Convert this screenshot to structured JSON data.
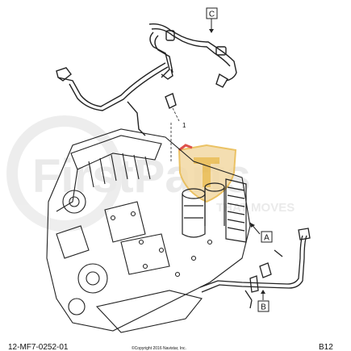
{
  "watermark": {
    "text_main": "FirstParts",
    "text_sub": "THAT MOVES"
  },
  "callouts": {
    "c": "C",
    "a": "A",
    "b": "B",
    "item_number": "1"
  },
  "footer": {
    "drawing_id": "12-MF7-0252-01",
    "copyright": "©Copyright 2016 Navistar, Inc.",
    "page_ref": "B12"
  },
  "colors": {
    "line": "#222222",
    "watermark_gray": "#e8e8e8",
    "logo_red": "#d9352c",
    "logo_gold": "#e8b84a"
  }
}
